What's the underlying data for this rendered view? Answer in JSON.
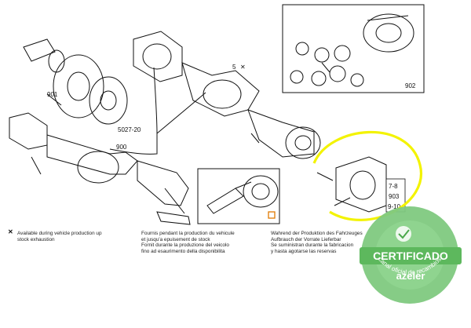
{
  "labels": {
    "axle_901": "901",
    "axle_900": "900",
    "hose": "5027-20",
    "center": "5",
    "gears_902": "902",
    "flange_range": "7-8",
    "flange_903": "903",
    "flange_range2": "9-10"
  },
  "notes": {
    "x_mark": "✕",
    "english": "Available during vehicle production up\nstock exhaustion",
    "french_spanish": "Fournis pendant la production du vehicule\net jusqu'a epuisement de stock\nFornit durante la produzione del veicolo\nfino ad esaurimento della disponibilita",
    "german_spanish": "Wahrend der Produktion des Fahrzeuges\nAufbrauch der Vorrate Lieferbar\nSe suministran durante la fabricacion\ny hasta agotarse las reservas"
  },
  "badge": {
    "title": "CERTIFICADO",
    "brand": "azeler",
    "arc_text": "canal oficial de recambios",
    "color": "#7fc97f",
    "ribbon_color": "#5db85d"
  },
  "highlight_color": "#f3f300"
}
